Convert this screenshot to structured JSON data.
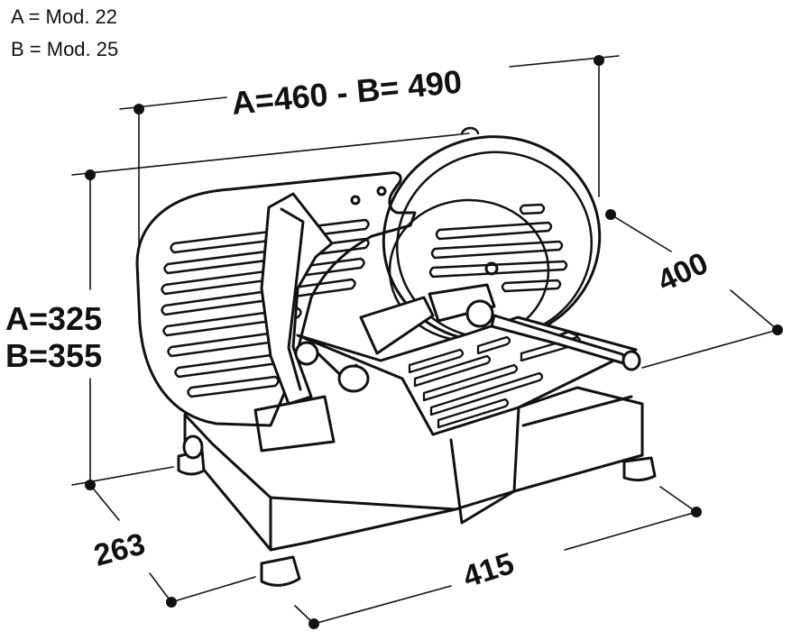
{
  "legend": {
    "a": "A = Mod. 22",
    "b": "B = Mod. 25"
  },
  "dimensions": {
    "width_top": "A=460 - B= 490",
    "height_a": "A=325",
    "height_b": "B=355",
    "depth_top": "400",
    "depth_bottom": "263",
    "base_width": "415"
  },
  "colors": {
    "line": "#111111",
    "background": "#ffffff"
  }
}
